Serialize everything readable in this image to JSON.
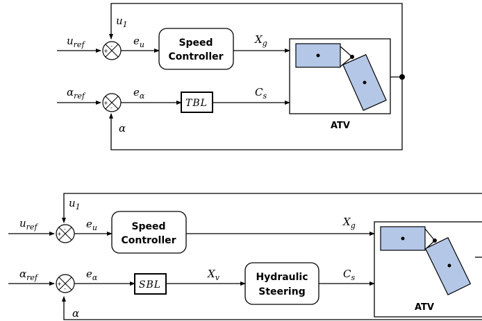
{
  "colors": {
    "vehicle_fill": "#b4c7e7",
    "line": "#000000"
  },
  "diagram1": {
    "u1_label": "1",
    "uref": "ref",
    "eu": "u",
    "speed_controller": [
      "Speed",
      "Controller"
    ],
    "xg": "g",
    "alpha_ref": "ref",
    "ealpha": "α",
    "tbl": "TBL",
    "cs": "s",
    "atv": "ATV",
    "alpha": "α",
    "sign_minus": "-",
    "sign_plus": "+"
  },
  "diagram2": {
    "u1_label": "1",
    "uref": "ref",
    "eu": "u",
    "speed_controller": [
      "Speed",
      "Controller"
    ],
    "xg": "g",
    "alpha_ref": "ref",
    "ealpha": "α",
    "sbl": "SBL",
    "xv": "v",
    "hydraulic": [
      "Hydraulic",
      "Steering"
    ],
    "cs": "s",
    "atv": "ATV",
    "alpha": "α",
    "sign_minus": "-",
    "sign_plus": "+"
  }
}
